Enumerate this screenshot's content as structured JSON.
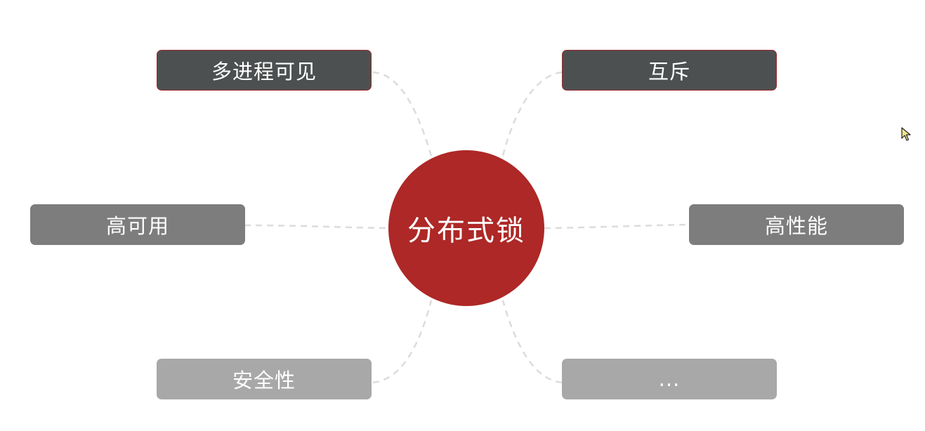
{
  "center": {
    "label": "分布式锁",
    "color": "#ad2826"
  },
  "nodes": {
    "top_left": "多进程可见",
    "top_right": "互斥",
    "mid_left": "高可用",
    "mid_right": "高性能",
    "bottom_left": "安全性",
    "bottom_right": "..."
  },
  "colors": {
    "node_dark": "#4d5050",
    "node_mid": "#7d7d7d",
    "node_light": "#a8a8a8",
    "connector": "#dcdcdc"
  },
  "icons": {
    "cursor": "mouse-pointer-icon"
  }
}
